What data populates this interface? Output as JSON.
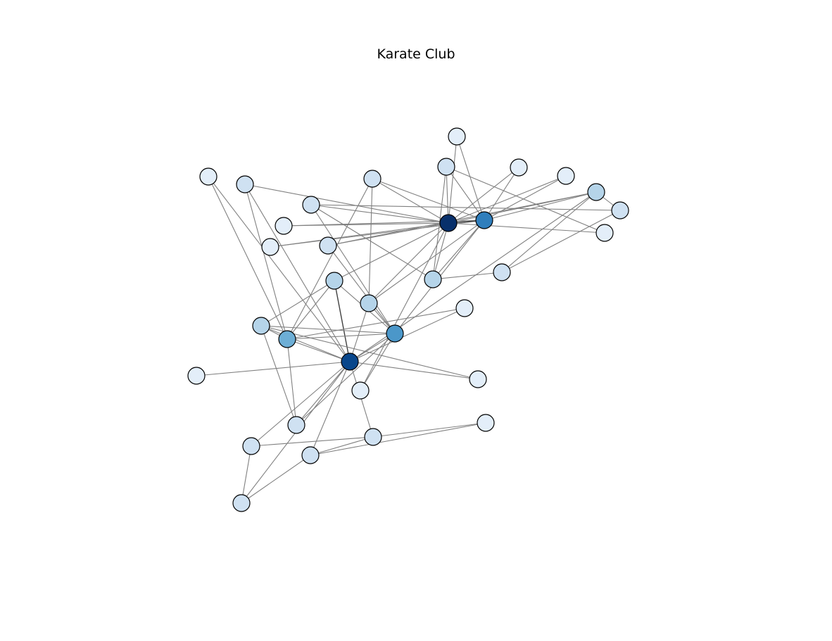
{
  "title": "Karate Club",
  "colors": {
    "background": "#ffffff",
    "edge": "#808080",
    "edge_dark": "#404040",
    "node_stroke": "#000000",
    "palette": [
      "#f7fbff",
      "#e3eef9",
      "#cfe1f2",
      "#b5d4e9",
      "#93c3df",
      "#6daed5",
      "#4b97c9",
      "#2f7ebc",
      "#1864aa",
      "#08468b",
      "#08306b"
    ]
  },
  "graph": {
    "nodes": [
      {
        "id": 0,
        "weight": 0.89
      },
      {
        "id": 1,
        "weight": 0.5
      },
      {
        "id": 2,
        "weight": 0.56
      },
      {
        "id": 3,
        "weight": 0.33
      },
      {
        "id": 4,
        "weight": 0.17
      },
      {
        "id": 5,
        "weight": 0.22
      },
      {
        "id": 6,
        "weight": 0.22
      },
      {
        "id": 7,
        "weight": 0.22
      },
      {
        "id": 8,
        "weight": 0.28
      },
      {
        "id": 9,
        "weight": 0.11
      },
      {
        "id": 10,
        "weight": 0.17
      },
      {
        "id": 11,
        "weight": 0.05
      },
      {
        "id": 12,
        "weight": 0.11
      },
      {
        "id": 13,
        "weight": 0.28
      },
      {
        "id": 14,
        "weight": 0.11
      },
      {
        "id": 15,
        "weight": 0.11
      },
      {
        "id": 16,
        "weight": 0.11
      },
      {
        "id": 17,
        "weight": 0.11
      },
      {
        "id": 18,
        "weight": 0.11
      },
      {
        "id": 19,
        "weight": 0.17
      },
      {
        "id": 20,
        "weight": 0.11
      },
      {
        "id": 21,
        "weight": 0.11
      },
      {
        "id": 22,
        "weight": 0.11
      },
      {
        "id": 23,
        "weight": 0.28
      },
      {
        "id": 24,
        "weight": 0.17
      },
      {
        "id": 25,
        "weight": 0.17
      },
      {
        "id": 26,
        "weight": 0.11
      },
      {
        "id": 27,
        "weight": 0.22
      },
      {
        "id": 28,
        "weight": 0.17
      },
      {
        "id": 29,
        "weight": 0.22
      },
      {
        "id": 30,
        "weight": 0.22
      },
      {
        "id": 31,
        "weight": 0.33
      },
      {
        "id": 32,
        "weight": 0.67
      },
      {
        "id": 33,
        "weight": 1.0
      }
    ],
    "edges": [
      [
        0,
        1
      ],
      [
        0,
        2
      ],
      [
        0,
        3
      ],
      [
        0,
        4
      ],
      [
        0,
        5
      ],
      [
        0,
        6
      ],
      [
        0,
        7
      ],
      [
        0,
        8
      ],
      [
        0,
        10
      ],
      [
        0,
        11
      ],
      [
        0,
        12
      ],
      [
        0,
        13
      ],
      [
        0,
        17
      ],
      [
        0,
        19
      ],
      [
        0,
        21
      ],
      [
        0,
        31
      ],
      [
        1,
        2
      ],
      [
        1,
        3
      ],
      [
        1,
        7
      ],
      [
        1,
        13
      ],
      [
        1,
        17
      ],
      [
        1,
        19
      ],
      [
        1,
        21
      ],
      [
        1,
        30
      ],
      [
        2,
        3
      ],
      [
        2,
        7
      ],
      [
        2,
        8
      ],
      [
        2,
        9
      ],
      [
        2,
        13
      ],
      [
        2,
        27
      ],
      [
        2,
        28
      ],
      [
        2,
        32
      ],
      [
        3,
        7
      ],
      [
        3,
        12
      ],
      [
        3,
        13
      ],
      [
        4,
        6
      ],
      [
        4,
        10
      ],
      [
        5,
        6
      ],
      [
        5,
        10
      ],
      [
        5,
        16
      ],
      [
        6,
        16
      ],
      [
        8,
        30
      ],
      [
        8,
        32
      ],
      [
        8,
        33
      ],
      [
        9,
        33
      ],
      [
        13,
        33
      ],
      [
        14,
        32
      ],
      [
        14,
        33
      ],
      [
        15,
        32
      ],
      [
        15,
        33
      ],
      [
        18,
        32
      ],
      [
        18,
        33
      ],
      [
        19,
        33
      ],
      [
        20,
        32
      ],
      [
        20,
        33
      ],
      [
        22,
        32
      ],
      [
        22,
        33
      ],
      [
        23,
        25
      ],
      [
        23,
        27
      ],
      [
        23,
        29
      ],
      [
        23,
        32
      ],
      [
        23,
        33
      ],
      [
        24,
        25
      ],
      [
        24,
        27
      ],
      [
        24,
        31
      ],
      [
        25,
        31
      ],
      [
        26,
        29
      ],
      [
        26,
        33
      ],
      [
        27,
        33
      ],
      [
        28,
        31
      ],
      [
        28,
        33
      ],
      [
        29,
        32
      ],
      [
        29,
        33
      ],
      [
        30,
        32
      ],
      [
        30,
        33
      ],
      [
        31,
        32
      ],
      [
        31,
        33
      ],
      [
        32,
        33
      ]
    ]
  }
}
